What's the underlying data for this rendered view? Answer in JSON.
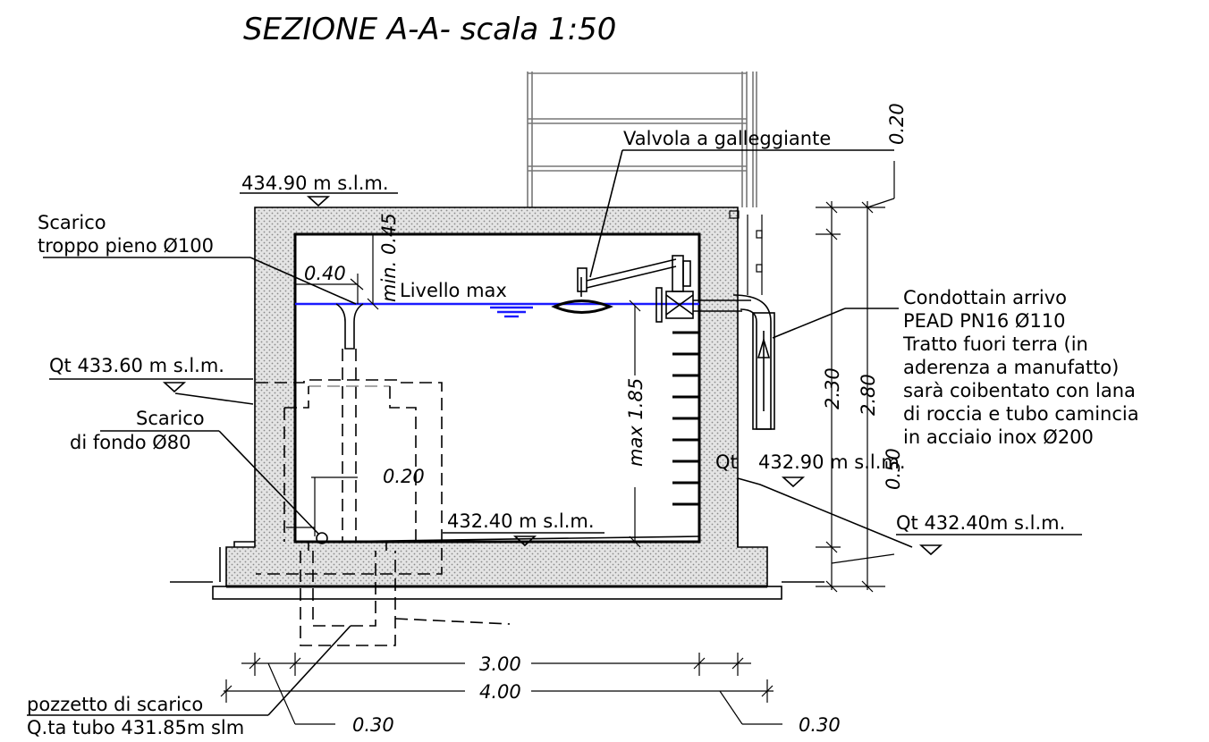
{
  "title": "SEZIONE A-A- scala 1:50",
  "elevations": {
    "top": "434.90 m s.l.m.",
    "ground_left": "Qt 433.60 m s.l.m.",
    "floor_inside": "432.40 m s.l.m.",
    "ground_right_upper_prefix": "Qt",
    "ground_right_upper": "432.90 m s.l.m.",
    "ground_right_lower": "Qt 432.40m s.l.m."
  },
  "labels": {
    "overflow_line1": "Scarico",
    "overflow_line2": "troppo pieno Ø100",
    "bottom_drain_line1": "Scarico",
    "bottom_drain_line2": "di fondo Ø80",
    "float_valve": "Valvola a galleggiante",
    "max_level": "Livello max",
    "inlet_line1": "Condottain arrivo",
    "inlet_line2": "PEAD PN16 Ø110",
    "inlet_line3": "Tratto fuori terra (in",
    "inlet_line4": "aderenza a manufatto)",
    "inlet_line5": "sarà coibentato con lana",
    "inlet_line6": "di roccia e tubo camincia",
    "inlet_line7": "in acciaio inox Ø200",
    "sump_line1": "pozzetto di scarico",
    "sump_line2": "Q.ta tubo 431.85m slm"
  },
  "dimensions": {
    "overflow_offset": "0.40",
    "min_gap": "min. 0.45",
    "max_height": "max 1.85",
    "drain_offset": "0.20",
    "top_offset": "0.20",
    "height_inner": "2.30",
    "height_total": "2.80",
    "ground_step": "0.50",
    "inner_width": "3.00",
    "outer_width": "4.00",
    "wall_left": "0.30",
    "wall_right": "0.30"
  },
  "colors": {
    "line": "#000000",
    "water": "#1a1aff",
    "concrete_fill": "#cfcfcf"
  }
}
